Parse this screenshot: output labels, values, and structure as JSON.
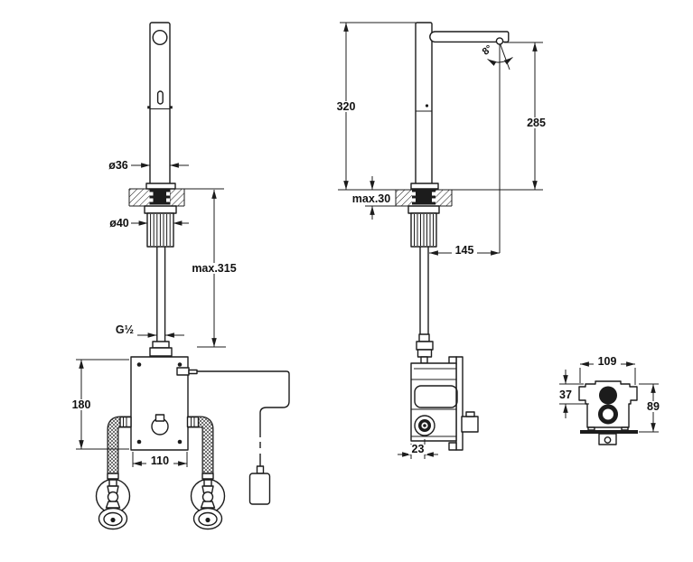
{
  "drawing_type": "sensor-faucet-installation-diagram",
  "colors": {
    "line": "#1c1c1c",
    "background": "#ffffff",
    "text": "#111111"
  },
  "views": {
    "front": {
      "title": "front-view-faucet-with-control-box",
      "dims": {
        "body_dia": "ø36",
        "shank_dia": "ø40",
        "under_counter": "max.315",
        "thread": "G½",
        "box_height": "180",
        "box_width": "110"
      }
    },
    "side": {
      "title": "side-view-faucet-with-control-box",
      "dims": {
        "total_height": "320",
        "counter_max": "max.30",
        "outlet_height": "285",
        "reach": "145",
        "hose_offset": "23",
        "outlet_angle": "8°"
      }
    },
    "top": {
      "title": "control-box-top-view",
      "dims": {
        "width": "109",
        "front_depth": "37",
        "depth": "89"
      }
    }
  }
}
